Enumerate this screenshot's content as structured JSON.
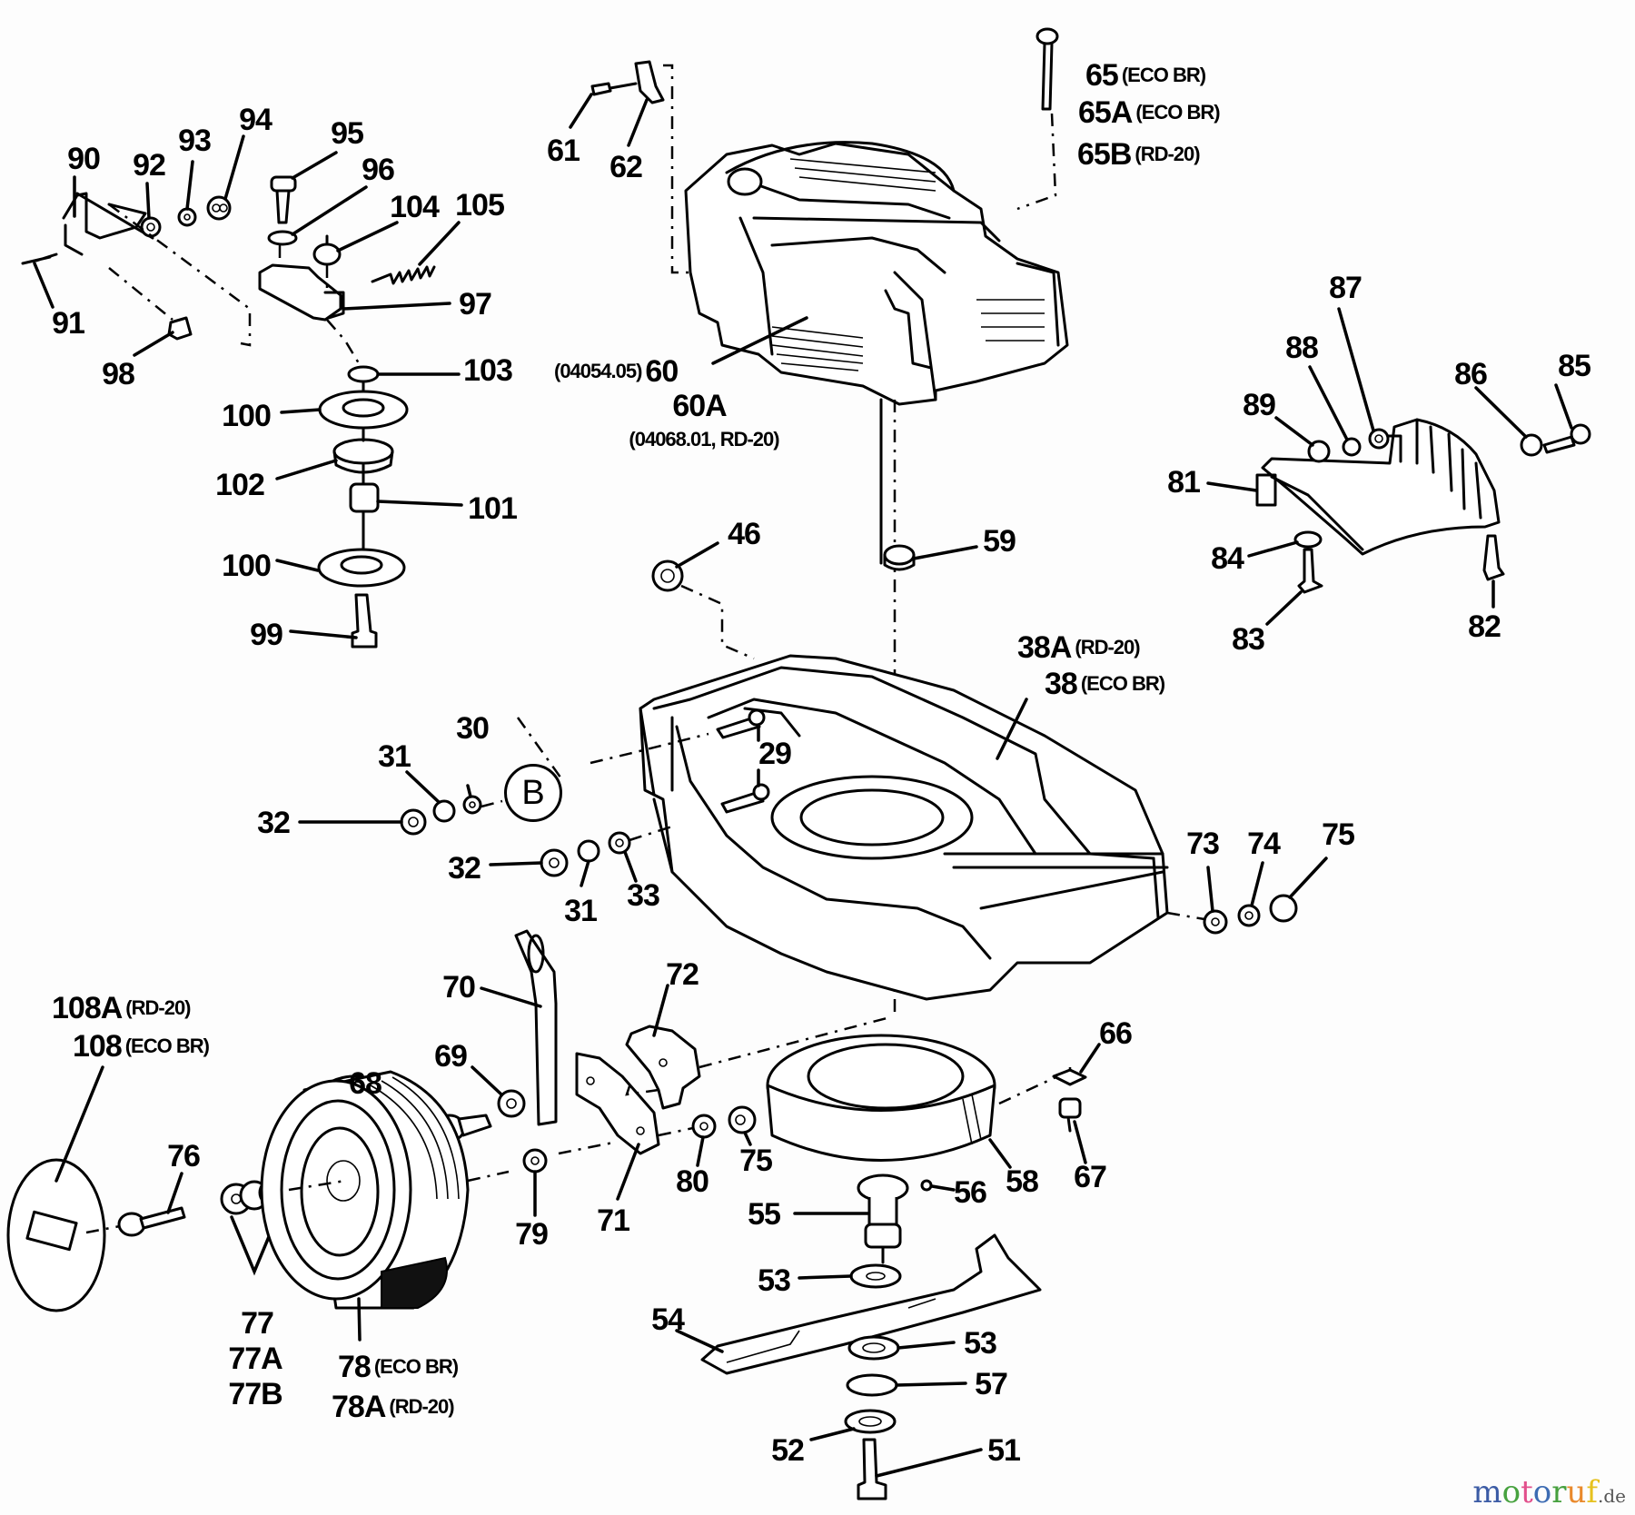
{
  "diagram": {
    "type": "exploded-parts-diagram",
    "subject": "lawn mower",
    "variant_codes": [
      "ECO BR",
      "RD-20"
    ]
  },
  "labels": {
    "p90": "90",
    "p91": "91",
    "p92": "92",
    "p93": "93",
    "p94": "94",
    "p95": "95",
    "p96": "96",
    "p97": "97",
    "p98": "98",
    "p99": "99",
    "p100a": "100",
    "p100b": "100",
    "p101": "101",
    "p102": "102",
    "p103": "103",
    "p104": "104",
    "p105": "105",
    "p61": "61",
    "p62": "62",
    "p65": "65",
    "p65_note": "(ECO BR)",
    "p65A": "65A",
    "p65A_note": "(ECO BR)",
    "p65B": "65B",
    "p65B_note": "(RD-20)",
    "p60_note": "(04054.05)",
    "p60": "60",
    "p60A": "60A",
    "p60A_note": "(04068.01, RD-20)",
    "p81": "81",
    "p82": "82",
    "p83": "83",
    "p84": "84",
    "p85": "85",
    "p86": "86",
    "p87": "87",
    "p88": "88",
    "p89": "89",
    "p46": "46",
    "p59": "59",
    "p38A": "38A",
    "p38A_note": "(RD-20)",
    "p38": "38",
    "p38_note": "(ECO BR)",
    "p29": "29",
    "p30": "30",
    "p31a": "31",
    "p31b": "31",
    "p32a": "32",
    "p32b": "32",
    "p33": "33",
    "pB": "B",
    "p73": "73",
    "p74": "74",
    "p75a": "75",
    "p75b": "75",
    "p72": "72",
    "p70": "70",
    "p69": "69",
    "p68": "68",
    "p71": "71",
    "p79": "79",
    "p80": "80",
    "p66": "66",
    "p67": "67",
    "p58": "58",
    "p56": "56",
    "p55": "55",
    "p53a": "53",
    "p53b": "53",
    "p54": "54",
    "p57": "57",
    "p52": "52",
    "p51": "51",
    "p108A": "108A",
    "p108A_note": "(RD-20)",
    "p108": "108",
    "p108_note": "(ECO BR)",
    "p76": "76",
    "p77": "77",
    "p77A": "77A",
    "p77B": "77B",
    "p78": "78",
    "p78_note": "(ECO BR)",
    "p78A": "78A",
    "p78A_note": "(RD-20)"
  },
  "watermark": {
    "letters": [
      {
        "ch": "m",
        "color": "#3b5ba5"
      },
      {
        "ch": "o",
        "color": "#47a23f"
      },
      {
        "ch": "t",
        "color": "#e2508c"
      },
      {
        "ch": "o",
        "color": "#3d6cb3"
      },
      {
        "ch": "r",
        "color": "#46a03e"
      },
      {
        "ch": "u",
        "color": "#e9892b"
      },
      {
        "ch": "f",
        "color": "#e6c11f"
      }
    ],
    "suffix": ".de"
  }
}
